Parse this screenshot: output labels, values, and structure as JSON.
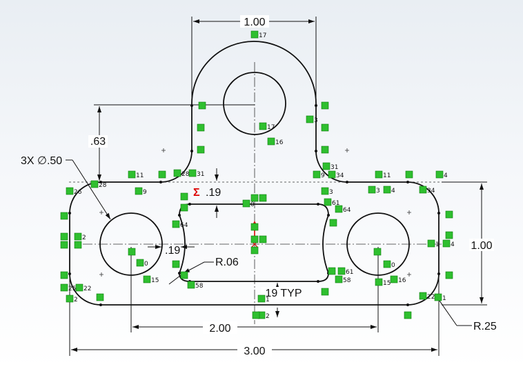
{
  "dimensions": {
    "top_width": "1.00",
    "left_height": ".63",
    "hole_callout": "3X ∅.50",
    "sigma_symbol": "Σ",
    "sigma_value": ".19",
    "gap": ".19",
    "fillet": "R.06",
    "typ": ".19 TYP",
    "right_height": "1.00",
    "hole_spacing": "2.00",
    "overall_width": "3.00",
    "corner_radius": "R.25"
  },
  "relations": [
    {
      "id": "r1",
      "text": "17"
    },
    {
      "id": "r2",
      "text": "17"
    },
    {
      "id": "r3",
      "text": "16"
    },
    {
      "id": "r4",
      "text": "3"
    },
    {
      "id": "r5",
      "text": "11"
    },
    {
      "id": "r6",
      "text": "28"
    },
    {
      "id": "r7",
      "text": "31"
    },
    {
      "id": "r8",
      "text": "31"
    },
    {
      "id": "r9",
      "text": "34"
    },
    {
      "id": "r10",
      "text": "11"
    },
    {
      "id": "r11",
      "text": "4"
    },
    {
      "id": "r12",
      "text": "26"
    },
    {
      "id": "r13",
      "text": "28"
    },
    {
      "id": "r14",
      "text": "9"
    },
    {
      "id": "r15",
      "text": "9"
    },
    {
      "id": "r16",
      "text": "3"
    },
    {
      "id": "r17",
      "text": "3"
    },
    {
      "id": "r18",
      "text": "4"
    },
    {
      "id": "r19",
      "text": "34"
    },
    {
      "id": "r20",
      "text": "0"
    },
    {
      "id": "r21",
      "text": "61"
    },
    {
      "id": "r22",
      "text": "64"
    },
    {
      "id": "r23",
      "text": "64"
    },
    {
      "id": "r24",
      "text": "2"
    },
    {
      "id": "r25",
      "text": "1"
    },
    {
      "id": "r26",
      "text": "4"
    },
    {
      "id": "r27",
      "text": "1"
    },
    {
      "id": "r28",
      "text": "0"
    },
    {
      "id": "r29",
      "text": "15"
    },
    {
      "id": "r30",
      "text": "58"
    },
    {
      "id": "r31",
      "text": "61"
    },
    {
      "id": "r32",
      "text": "58"
    },
    {
      "id": "r33",
      "text": "0"
    },
    {
      "id": "r34",
      "text": "15"
    },
    {
      "id": "r35",
      "text": "16"
    },
    {
      "id": "r36",
      "text": "25"
    },
    {
      "id": "r37",
      "text": "22"
    },
    {
      "id": "r38",
      "text": "2"
    },
    {
      "id": "r39",
      "text": "1"
    },
    {
      "id": "r40",
      "text": "2"
    },
    {
      "id": "r41",
      "text": "22"
    },
    {
      "id": "r42",
      "text": "1"
    }
  ]
}
